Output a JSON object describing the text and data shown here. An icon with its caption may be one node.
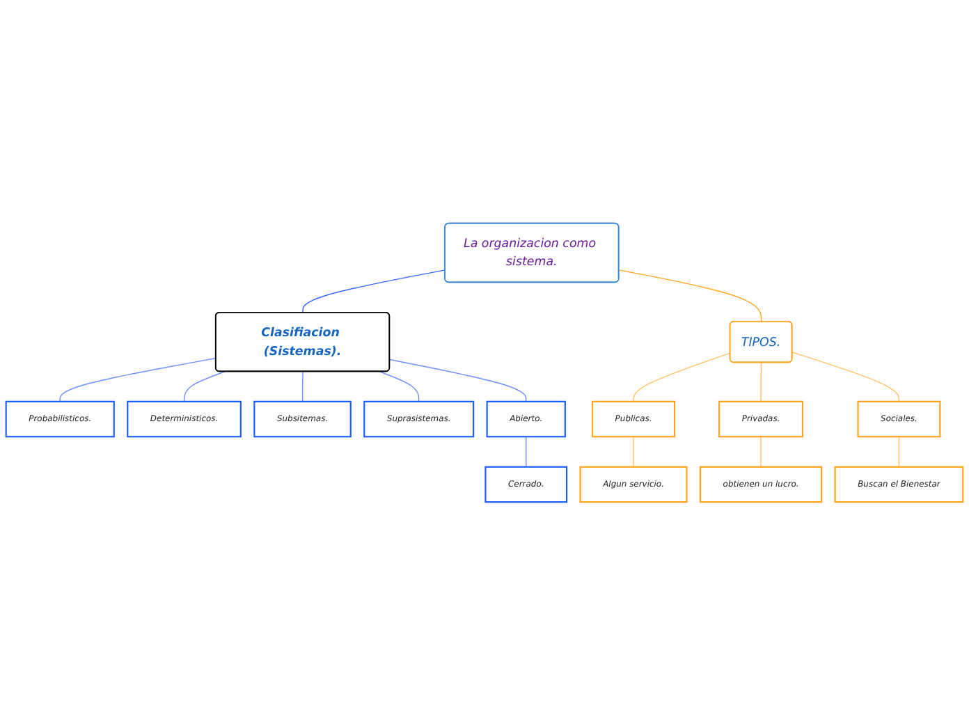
{
  "diagram": {
    "nodes": [
      {
        "text": [
          "La organizacion como sistema."
        ]
      },
      {
        "text": [
          "Clasifiacion (Sistemas)."
        ]
      },
      {
        "text": [
          "TIPOS."
        ]
      },
      {
        "text": [
          "Probabilisticos."
        ]
      },
      {
        "text": [
          "Deterministicos."
        ]
      },
      {
        "text": [
          "Subsitemas."
        ]
      },
      {
        "text": [
          "Suprasistemas."
        ]
      },
      {
        "text": [
          "Abierto."
        ]
      },
      {
        "text": [
          "Cerrado."
        ]
      },
      {
        "text": [
          "Publicas."
        ]
      },
      {
        "text": [
          "Privadas."
        ]
      },
      {
        "text": [
          "Sociales."
        ]
      },
      {
        "text": [
          "Algun servicio."
        ]
      },
      {
        "text": [
          "obtienen un lucro."
        ]
      },
      {
        "text": [
          "Buscan el Bienestar"
        ]
      }
    ],
    "edges": [
      {
        "from": 0,
        "to": 1,
        "arrow": "none",
        "color": "#3366ff"
      },
      {
        "from": 0,
        "to": 2,
        "arrow": "none",
        "color": "#ffa31a"
      },
      {
        "from": 1,
        "to": 3,
        "arrow": "none",
        "color": "#6f8fff"
      },
      {
        "from": 1,
        "to": 4,
        "arrow": "none",
        "color": "#6f8fff"
      },
      {
        "from": 1,
        "to": 5,
        "arrow": "none",
        "color": "#6f8fff"
      },
      {
        "from": 1,
        "to": 6,
        "arrow": "none",
        "color": "#6f8fff"
      },
      {
        "from": 1,
        "to": 7,
        "arrow": "none",
        "color": "#6f8fff"
      },
      {
        "from": 7,
        "to": 8,
        "arrow": "none",
        "color": "#6f8fff"
      },
      {
        "from": 2,
        "to": 9,
        "arrow": "none",
        "color": "#ffc266"
      },
      {
        "from": 2,
        "to": 10,
        "arrow": "none",
        "color": "#ffc266"
      },
      {
        "from": 2,
        "to": 11,
        "arrow": "none",
        "color": "#ffc266"
      },
      {
        "from": 9,
        "to": 12,
        "arrow": "none",
        "color": "#ffc266"
      },
      {
        "from": 10,
        "to": 13,
        "arrow": "none",
        "color": "#ffc266"
      },
      {
        "from": 11,
        "to": 14,
        "arrow": "none",
        "color": "#ffc266"
      }
    ]
  }
}
